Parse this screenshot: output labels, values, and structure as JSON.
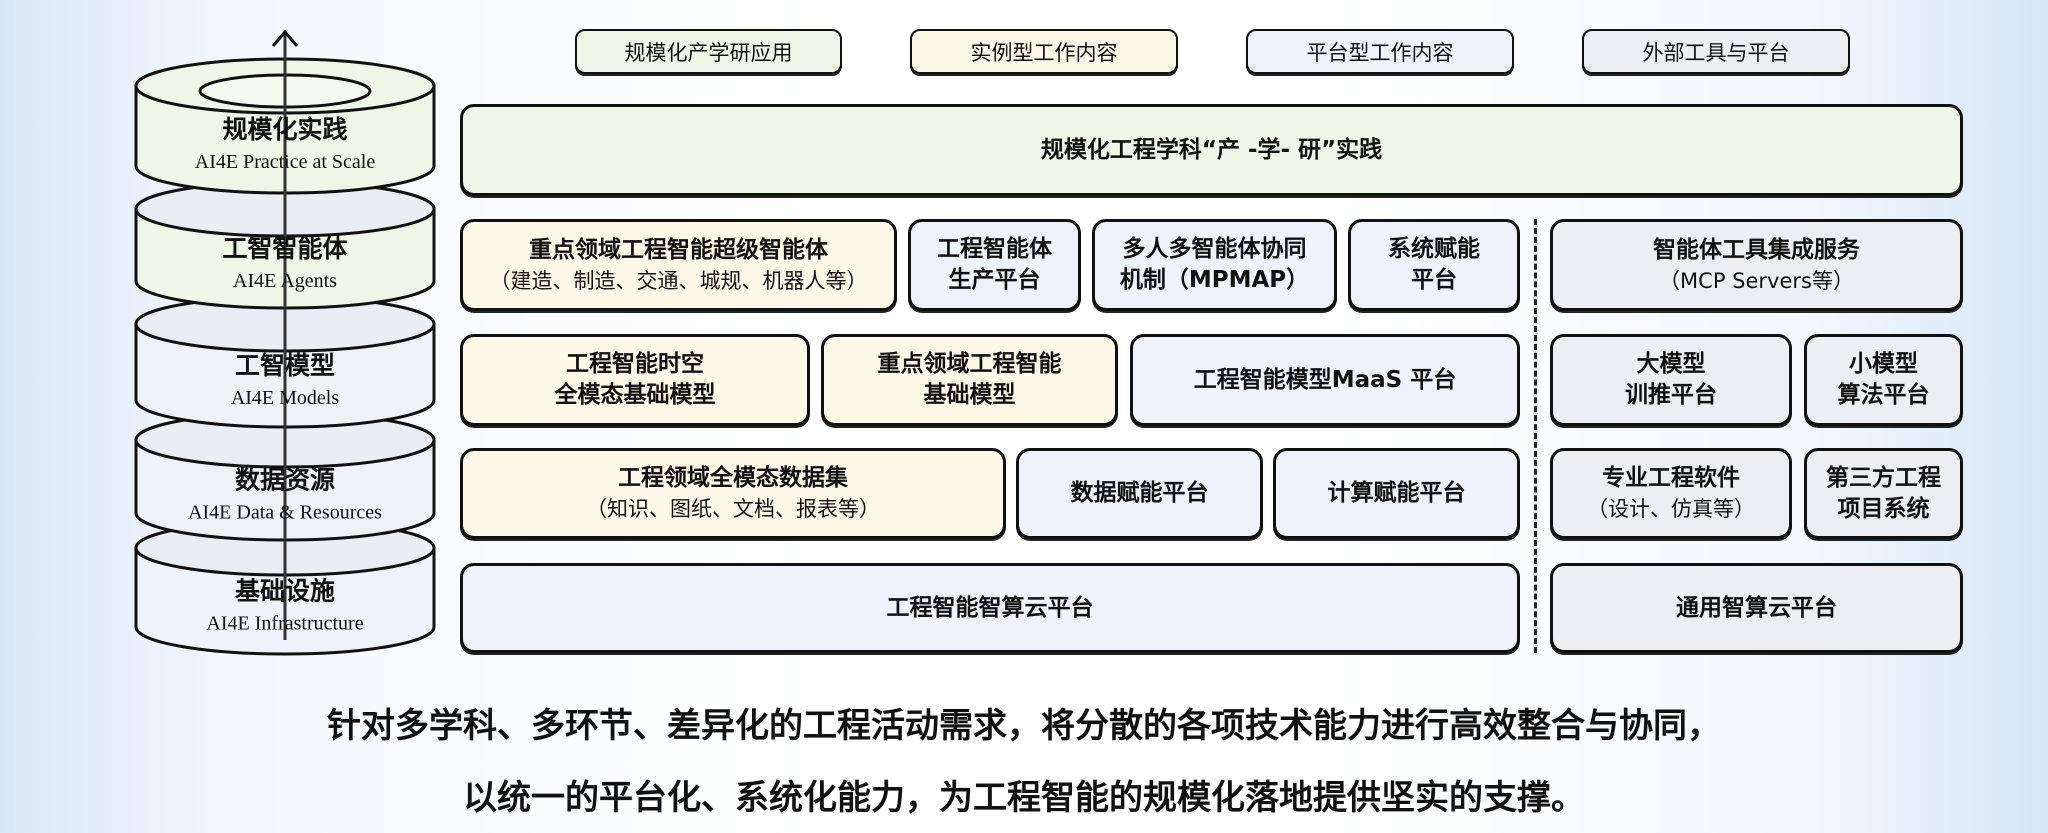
{
  "legend": [
    "规模化产学研应用",
    "实例型工作内容",
    "平台型工作内容",
    "外部工具与平台"
  ],
  "stack": [
    {
      "cn": "规模化实践",
      "en": "AI4E Practice at Scale"
    },
    {
      "cn": "工智智能体",
      "en": "AI4E Agents"
    },
    {
      "cn": "工智模型",
      "en": "AI4E Models"
    },
    {
      "cn": "数据资源",
      "en": "AI4E Data & Resources"
    },
    {
      "cn": "基础设施",
      "en": "AI4E Infrastructure"
    }
  ],
  "practice": "规模化工程学科“产 -学- 研”实践",
  "agents": {
    "super": {
      "title": "重点领域工程智能超级智能体",
      "sub": "（建造、制造、交通、城规、机器人等）"
    },
    "production": {
      "line1": "工程智能体",
      "line2": "生产平台"
    },
    "mpmap": {
      "line1": "多人多智能体协同",
      "line2": "机制（MPMAP）"
    },
    "empower": {
      "line1": "系统赋能",
      "line2": "平台"
    },
    "mcp": {
      "title": "智能体工具集成服务",
      "sub": "（MCP Servers等）"
    }
  },
  "models": {
    "spatiotemporal": {
      "line1": "工程智能时空",
      "line2": "全模态基础模型"
    },
    "domain": {
      "line1": "重点领域工程智能",
      "line2": "基础模型"
    },
    "maas": "工程智能模型MaaS 平台",
    "large": {
      "line1": "大模型",
      "line2": "训推平台"
    },
    "small": {
      "line1": "小模型",
      "line2": "算法平台"
    }
  },
  "data": {
    "dataset": {
      "title": "工程领域全模态数据集",
      "sub": "（知识、图纸、文档、报表等）"
    },
    "data_platform": "数据赋能平台",
    "compute_platform": "计算赋能平台",
    "software": {
      "title": "专业工程软件",
      "sub": "（设计、仿真等）"
    },
    "third_party": {
      "line1": "第三方工程",
      "line2": "项目系统"
    }
  },
  "infra": {
    "cloud": "工程智能智算云平台",
    "general_cloud": "通用智算云平台"
  },
  "summary": [
    "针对多学科、多环节、差异化的工程活动需求，将分散的各项技术能力进行高效整合与协同，",
    "以统一的平台化、系统化能力，为工程智能的规模化落地提供坚实的支撑。"
  ]
}
